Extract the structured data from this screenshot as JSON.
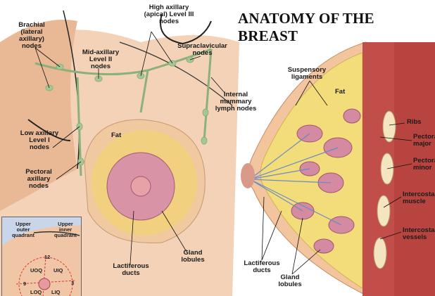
{
  "title": "ANATOMY OF THE BREAST",
  "front_view": {
    "labels": {
      "brachial": "Brachial (lateral axillary) nodes",
      "high_axillary": "High axillary (apical) Level III nodes",
      "supraclavicular": "Supraclavicular nodes",
      "mid_axillary": "Mid-axillary Level II nodes",
      "internal_mammary": "Internal mammary lymph nodes",
      "fat": "Fat",
      "low_axillary": "Low axillary Level I nodes",
      "pectoral": "Pectoral axillary nodes",
      "gland_lobules": "Gland lobules",
      "lactiferous_ducts": "Lactiferous ducts"
    }
  },
  "side_view": {
    "labels": {
      "suspensory": "Suspensory ligaments",
      "fat": "Fat",
      "ribs": "Ribs",
      "pectoralis_major": "Pectoralis major",
      "pectoralis_minor": "Pectoralis minor",
      "intercostal_muscle": "Intercostal muscle",
      "intercostal_vessels": "Intercostal vessels",
      "lactiferous_ducts": "Lactiferous ducts",
      "gland_lobules": "Gland lobules"
    }
  },
  "inset": {
    "upper_outer": "Upper outer quadrant",
    "upper_inner": "Upper inner quadrant",
    "clock_12": "12",
    "clock_9": "9",
    "clock_3": "3",
    "uoq": "UOQ",
    "uiq": "UIQ",
    "loq": "LOQ",
    "liq": "LIQ"
  },
  "colors": {
    "skin": "#f2c9a8",
    "fat": "#f3dc7a",
    "lobule": "#d48aa0",
    "nodes": "#9cc08a",
    "muscle": "#c0504d"
  }
}
